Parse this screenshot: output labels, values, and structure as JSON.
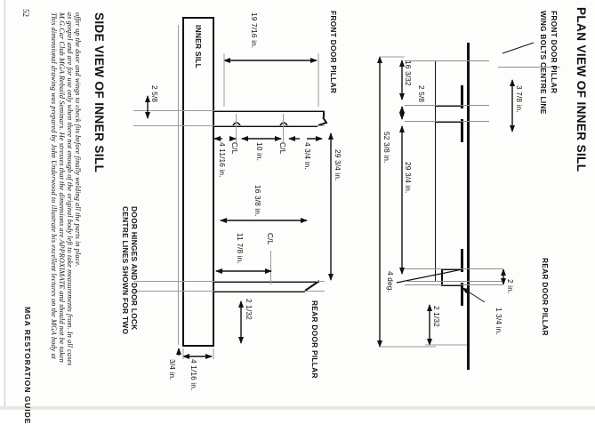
{
  "document": {
    "publication": "MGA RESTORATION GUIDE",
    "page_number": "52",
    "note": "This dimensional drawing was prepared by John Underwood to illustrate his excellent lectures on the MGA body at M.G.Car Club MGA Rebuild Seminars.  He stresses that the dimensions are APPROXIMATE and should not be taken as gospel and are for use only when there not enough of the original body left to take measurements from.  In all cases offer up the door and wings to check fits before finally welding all the parts in place."
  },
  "views": {
    "side": {
      "title": "SIDE VIEW OF INNER SILL",
      "part_label": "INNER SILL",
      "pillar_front": "FRONT DOOR PILLAR",
      "pillar_rear": "REAR DOOR PILLAR",
      "centre_note": "CENTRE LINES SHOWN FOR TWO DOOR HINGES AND DOOR LOCK",
      "dims": {
        "overall_top": "19 7/16 in.",
        "height_top_step": "2 5/8",
        "hinge_first": "4 11/16 in.",
        "hinge_gap": "10 in.",
        "lock_offset": "4 3/4 in.",
        "overall_length": "29 3/4 in.",
        "mid_run": "16 3/8 in.",
        "lock_run": "11 7/8 in.",
        "rear_height": "2 1/32",
        "foot_width": "4 1/16 in.",
        "foot_edge": "3/4 in.",
        "centre_line": "C/L"
      }
    },
    "plan": {
      "title": "PLAN VIEW OF INNER SILL",
      "wing_bolts": "WING BOLTS CENTRE LINE",
      "pillar_front": "FRONT DOOR PILLAR",
      "pillar_rear": "REAR DOOR PILLAR",
      "dims": {
        "front_width": "3 7/8 in.",
        "front_run": "16 3/32",
        "step": "2 5/8",
        "mid_run": "29 3/4 in.",
        "overall": "52 3/8 in.",
        "angle": "4 deg.",
        "rear_width": "2 in.",
        "rear_step": "1 3/4 in.",
        "rear_run": "2 1/32"
      }
    }
  }
}
